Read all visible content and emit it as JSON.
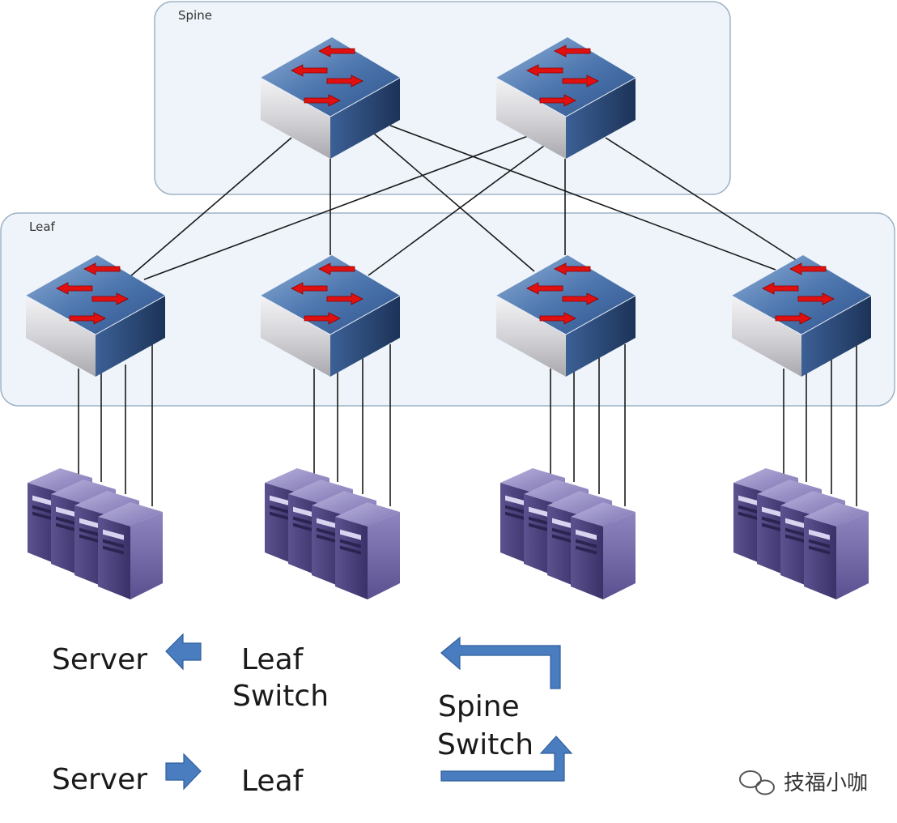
{
  "panels": {
    "spine_label": "Spine",
    "leaf_label": "Leaf"
  },
  "legend": {
    "row1": {
      "left": "Server",
      "right_line1": "Leaf",
      "right_line2": "Switch",
      "arrow": "left-arrow"
    },
    "row2": {
      "left": "Server",
      "right": "Leaf",
      "arrow": "right-arrow"
    },
    "spine_line1": "Spine",
    "spine_line2": "Switch"
  },
  "watermark": {
    "text": "技福小咖"
  },
  "colors": {
    "panel_fill": "#eef4fa",
    "panel_stroke": "#9fb3c6",
    "switch_top": "#5a84b8",
    "switch_side": "#2d4f80",
    "switch_front": "#d8d8dc",
    "arrow_red": "#e01010",
    "server": "#6a5f9a",
    "legend_arrow": "#4a7dbf"
  }
}
